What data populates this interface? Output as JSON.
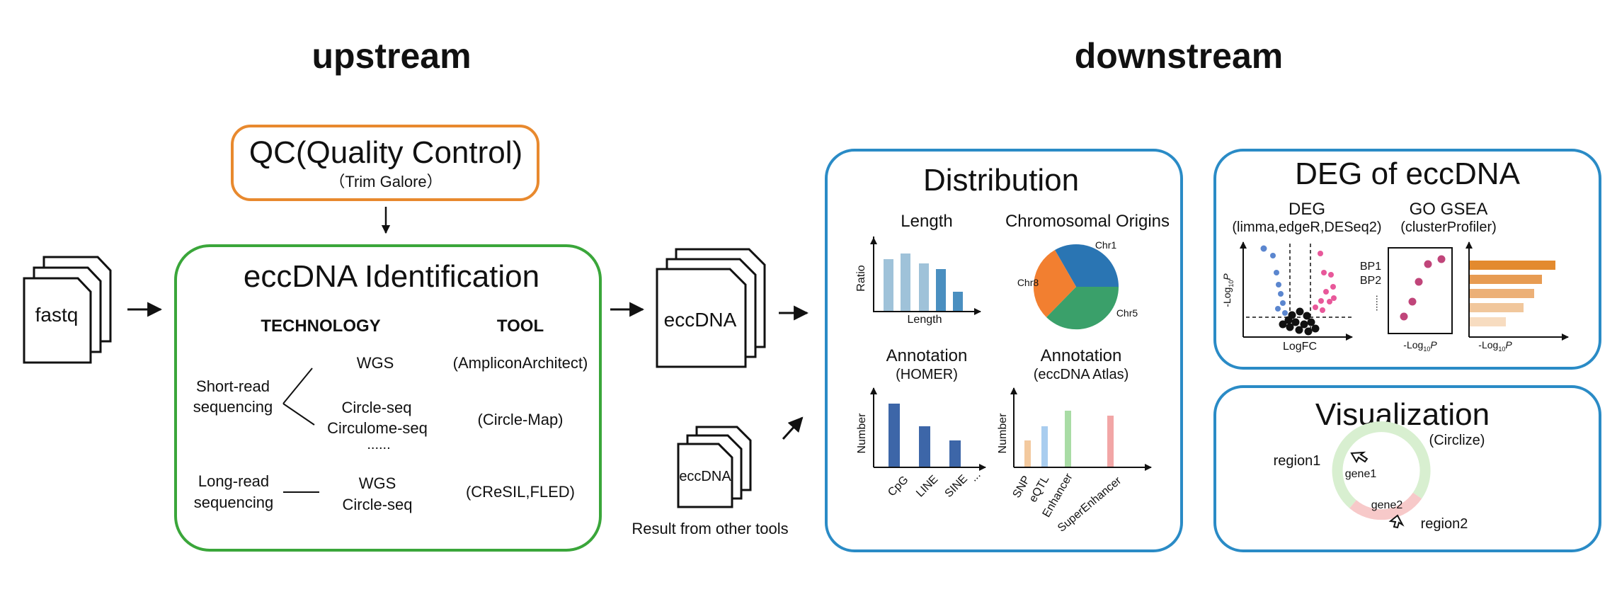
{
  "headers": {
    "upstream": "upstream",
    "downstream": "downstream"
  },
  "input": {
    "label": "fastq"
  },
  "qc": {
    "title": "QC(Quality Control)",
    "subtitle": "（Trim Galore）"
  },
  "identification": {
    "title": "eccDNA Identification",
    "col_technology": "TECHNOLOGY",
    "col_tool": "TOOL",
    "short_read": [
      "Short-read",
      "sequencing"
    ],
    "long_read": [
      "Long-read",
      "sequencing"
    ],
    "tech_wgs": "WGS",
    "tech_circle_seq": "Circle-seq",
    "tech_circulome_seq": "Circulome-seq",
    "tech_more": "......",
    "tech_long_wgs": "WGS",
    "tech_long_circle_seq": "Circle-seq",
    "tool_1": "(AmpliconArchitect)",
    "tool_2": "(Circle-Map)",
    "tool_3": "(CReSIL,FLED)"
  },
  "eccdna_output": {
    "label": "eccDNA"
  },
  "other_tools": {
    "label": "eccDNA",
    "caption": "Result from other tools"
  },
  "distribution": {
    "title": "Distribution",
    "length_title": "Length",
    "length_xlabel": "Length",
    "length_ylabel": "Ratio",
    "chrom_title": "Chromosomal Origins",
    "chrom_labels": [
      "Chr1",
      "Chr8",
      "Chr5"
    ],
    "homer_title": "Annotation",
    "homer_subtitle": "(HOMER)",
    "homer_ylabel": "Number",
    "homer_categories": [
      "CpG",
      "LINE",
      "SINE",
      "..."
    ],
    "atlas_title": "Annotation",
    "atlas_subtitle": "(eccDNA Atlas)",
    "atlas_ylabel": "Number",
    "atlas_categories": [
      "SNP",
      "eQTL",
      "Enhancer",
      "SuperEnhancer"
    ]
  },
  "deg": {
    "title": "DEG of eccDNA",
    "deg_title": "DEG",
    "deg_subtitle": "(limma,edgeR,DESeq2)",
    "volcano_xlabel": "LogFC",
    "volcano_ylabel": "-Log",
    "go_title": "GO   GSEA",
    "go_subtitle": "(clusterProfiler)",
    "bp_labels": [
      "BP1",
      "BP2",
      "......"
    ],
    "pval_label": "-Log",
    "sub10": "10",
    "p": "P"
  },
  "visualization": {
    "title": "Visualization",
    "subtitle": "(Circlize)",
    "region1": "region1",
    "region2": "region2",
    "gene1": "gene1",
    "gene2": "gene2"
  },
  "colors": {
    "qc_border": "#e8892e",
    "ident_border": "#3aa63a",
    "panel_border": "#2a8bc6",
    "length_bars": "#9fc2d9",
    "length_bar_dark": "#4a8fc0",
    "homer_bars": "#3d66a8",
    "pie_chr1": "#2a75b3",
    "pie_chr8": "#f27f30",
    "pie_chr5": "#3aa06a",
    "volcano_blue": "#5b86cf",
    "volcano_pink": "#e8589a",
    "go_dots": "#c0457a",
    "gsea_bar": "#e38a2e",
    "circle_green": "#d8efd0",
    "circle_red": "#f7c9c9"
  }
}
